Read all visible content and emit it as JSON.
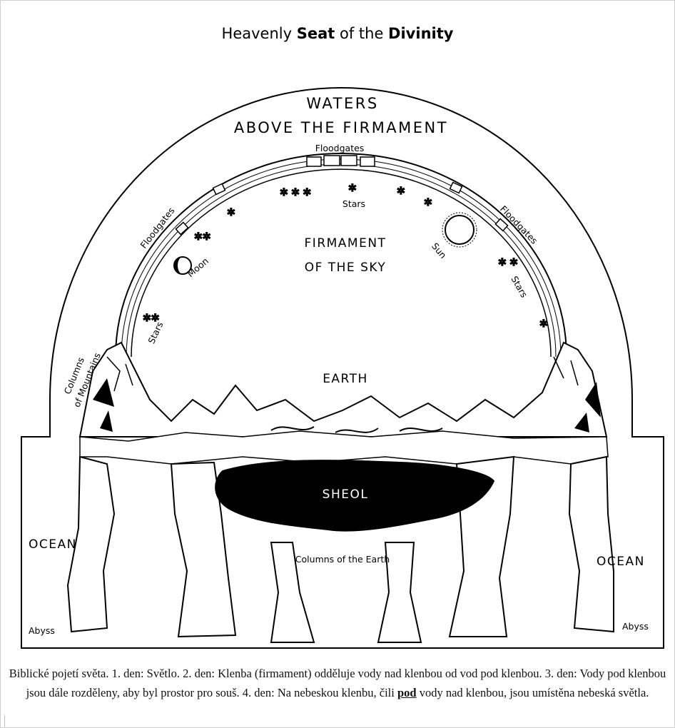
{
  "diagram": {
    "title": {
      "part1": "Heavenly ",
      "part2": "Seat",
      "part3": " of the ",
      "part4": "Divinity"
    },
    "labels": {
      "waters_line1": "WATERS",
      "waters_line2": "ABOVE THE FIRMAMENT",
      "floodgates_top": "Floodgates",
      "floodgates_left": "Floodgates",
      "floodgates_right": "Floodgates",
      "stars_top": "Stars",
      "stars_left": "Stars",
      "stars_right": "Stars",
      "firmament_line1": "FIRMAMENT",
      "firmament_line2": "OF THE SKY",
      "moon": "Moon",
      "sun": "Sun",
      "columns_mountains_line1": "Columns",
      "columns_mountains_line2": "of Mountains",
      "earth": "EARTH",
      "sheol": "SHEOL",
      "columns_earth": "Columns of the Earth",
      "ocean_left": "OCEAN",
      "ocean_right": "OCEAN",
      "abyss_left": "Abyss",
      "abyss_right": "Abyss"
    }
  },
  "caption": {
    "before": "Biblické pojetí světa. 1. den: Světlo. 2. den: Klenba (firmament) odděluje vody nad klenbou od vod pod klenbou. 3. den: Vody pod klenbou jsou dále rozděleny, aby byl prostor pro souš. 4. den: Na nebeskou klenbu, čili ",
    "emphasis": "pod",
    "after": " vody nad klenbou, jsou umístěna nebeská světla."
  }
}
